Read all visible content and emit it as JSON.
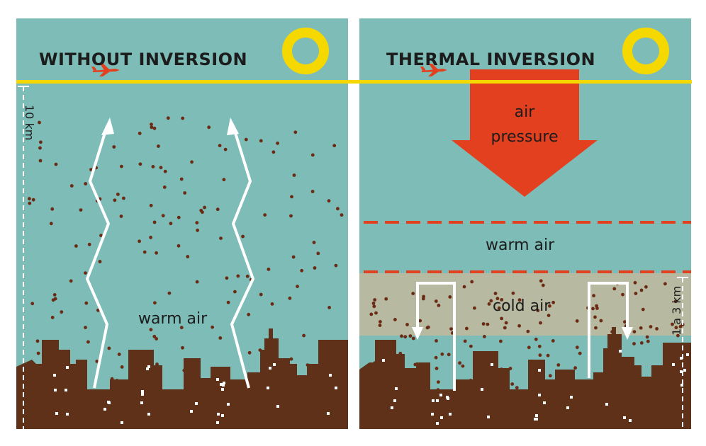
{
  "panels": {
    "left": {
      "title": "WITHOUT INVERSION",
      "warm_air_label": "warm air",
      "altitude_label": "10 km"
    },
    "right": {
      "title": "THERMAL INVERSION",
      "pressure_label_line1": "air",
      "pressure_label_line2": "pressure",
      "warm_air_label": "warm air",
      "cold_air_label": "cold air",
      "altitude_label": "1 a 3 km"
    }
  },
  "colors": {
    "sky": "#7dbcb7",
    "sun": "#f5d800",
    "tropopause_line": "#f5d800",
    "city": "#5e3118",
    "particles": "#6b2a14",
    "pressure_arrow": "#e2401f",
    "inversion_line": "#e2401f",
    "cold_layer": "#b7b9a0",
    "air_flow_arrow": "#ffffff",
    "airplane": "#e2401f"
  }
}
